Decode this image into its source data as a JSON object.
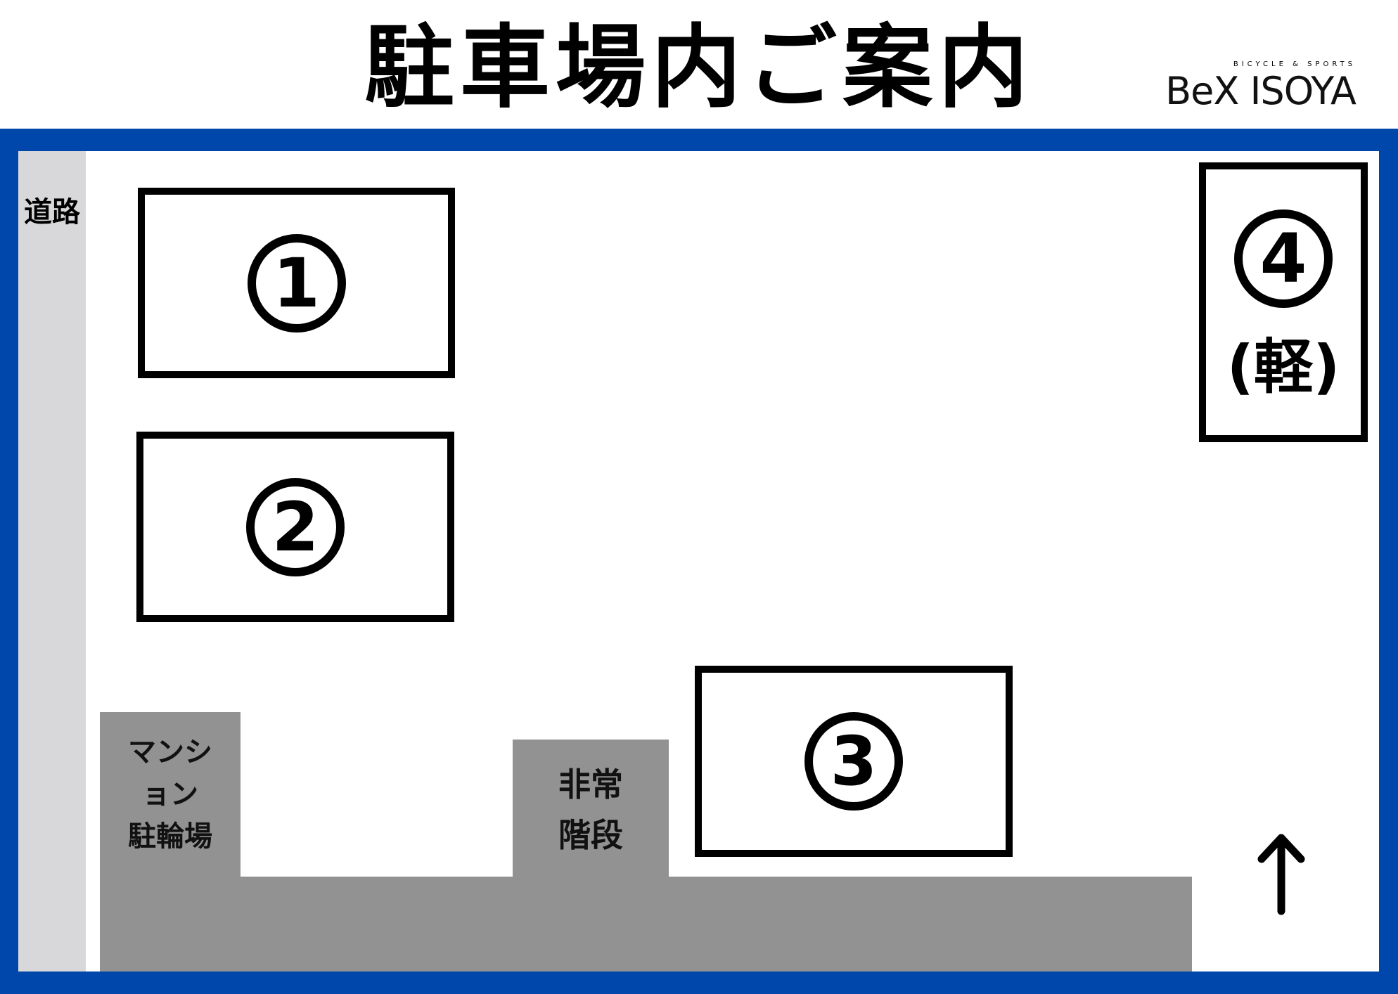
{
  "header": {
    "title": "駐車場内ご案内",
    "logo": {
      "tagline": "BICYCLE & SPORTS",
      "name": "BeX ISOYA"
    }
  },
  "map": {
    "road_label": "道路",
    "bicycle_parking_label": [
      "マンシ",
      "ョン",
      "駐輪場"
    ],
    "emergency_stairs_label": [
      "非常",
      "階段"
    ],
    "spaces": [
      {
        "number": "1"
      },
      {
        "number": "2"
      },
      {
        "number": "3"
      },
      {
        "number": "4",
        "note": "(軽)"
      }
    ],
    "direction": "up",
    "colors": {
      "frame": "#0047ab",
      "road": "#d8d8da",
      "building": "#929292",
      "background": "#ffffff"
    }
  }
}
